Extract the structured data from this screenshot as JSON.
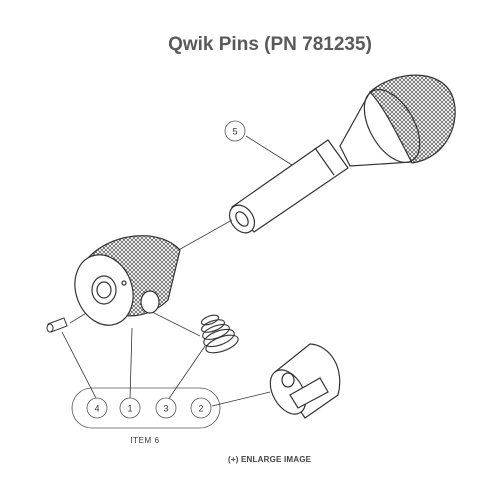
{
  "title": "Qwik Pins (PN 781235)",
  "enlarge_link": "(+) ENLARGE IMAGE",
  "callouts": {
    "item_4": "4",
    "item_1": "1",
    "item_3": "3",
    "item_2": "2",
    "item_5": "5"
  },
  "group_label": "ITEM 6",
  "colors": {
    "title": "#5a5a5a",
    "line": "#333333",
    "knurl": "#555555"
  }
}
